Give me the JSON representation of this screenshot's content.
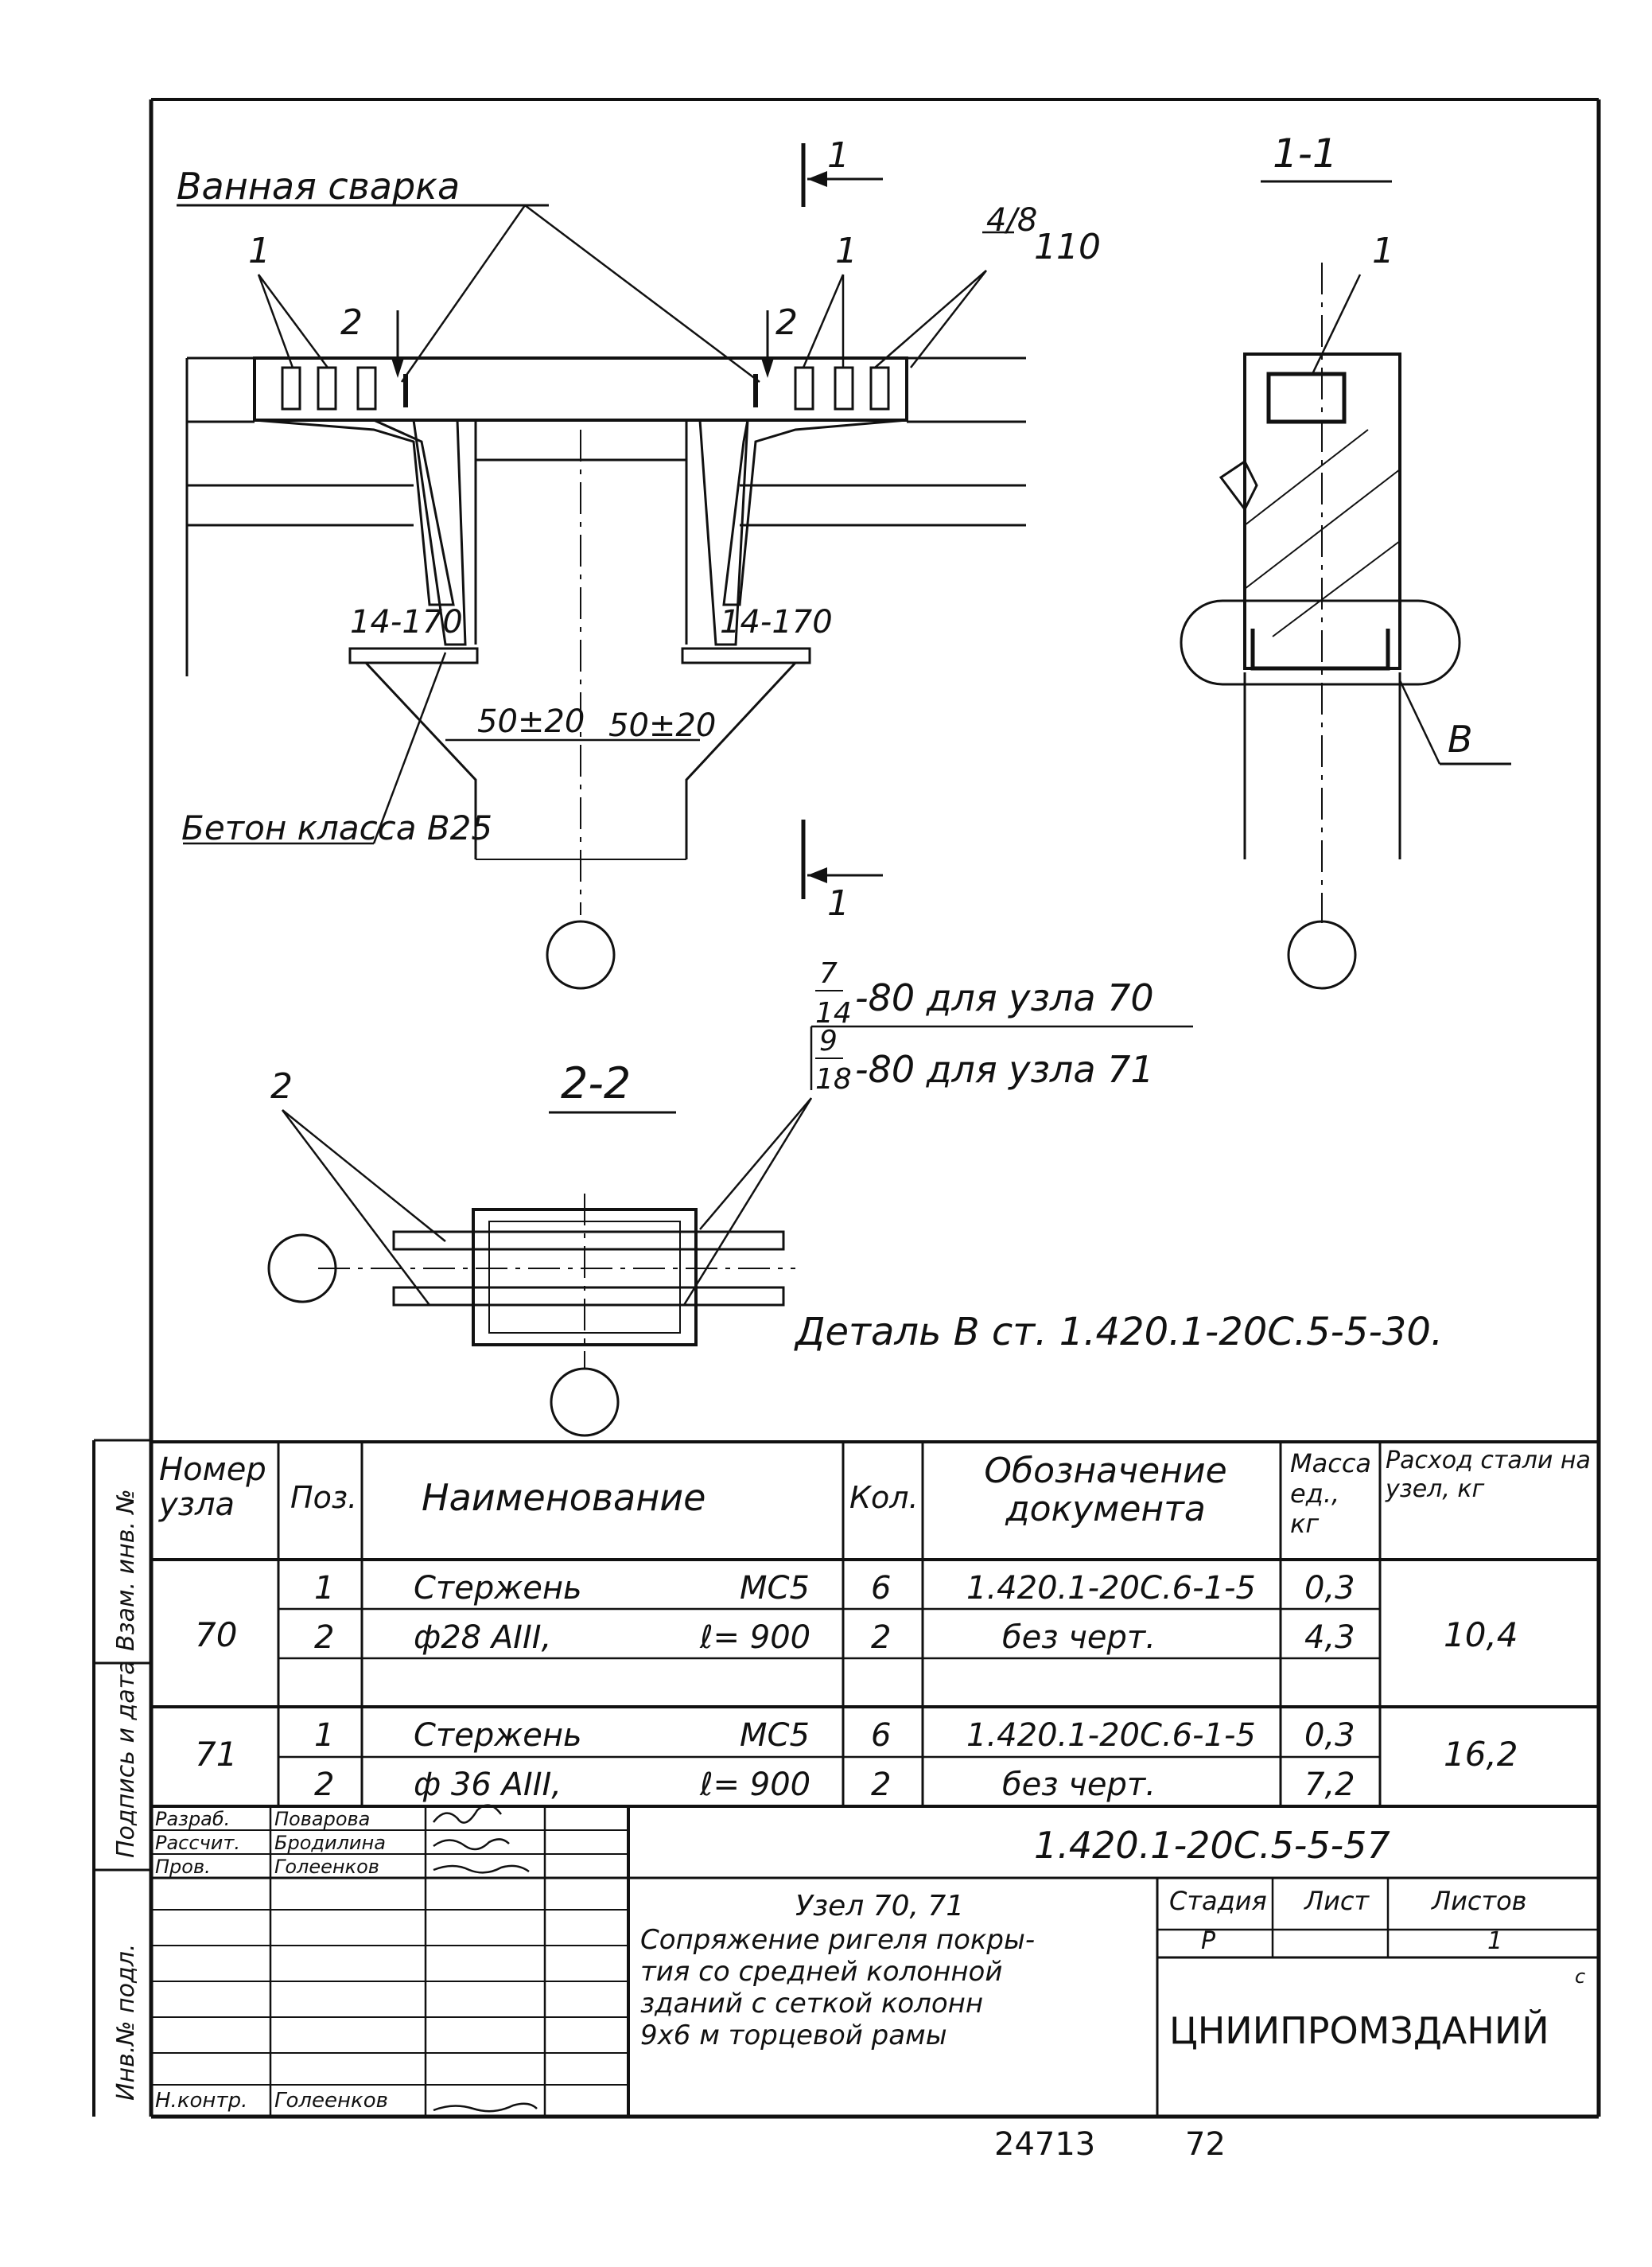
{
  "drawing": {
    "elevation": {
      "label_weld": "Ванная сварка",
      "pos_1": "1",
      "pos_2": "2",
      "pos_4_8": "4/8",
      "dim_110": "110",
      "weld_14_170": "14-170",
      "dim_50_20": "50±20",
      "concrete": "Бетон класса В25",
      "section_mark": "1"
    },
    "section_1_1": {
      "title": "1-1",
      "pos_1": "1",
      "detail_mark": "В"
    },
    "section_2_2": {
      "title": "2-2",
      "pos_2": "2",
      "note_70_num": "7",
      "note_70_den": "14",
      "note_70": "-80 для узла 70",
      "note_71_num": "9",
      "note_71_den": "18",
      "note_71": "-80 для узла 71"
    },
    "detail_ref": "Деталь В ст. 1.420.1-20С.5-5-30."
  },
  "spec_table": {
    "headers": {
      "node": "Номер узла",
      "pos": "Поз.",
      "name": "Наименование",
      "qty": "Кол.",
      "doc": "Обозначение документа",
      "mass": "Масса ед., кг",
      "steel": "Расход стали на узел, кг"
    },
    "rows": [
      {
        "node": "70",
        "pos": "1",
        "name": "Стержень",
        "mark": "МС5",
        "qty": "6",
        "doc": "1.420.1-20С.6-1-5",
        "mass": "0,3",
        "steel": "10,4"
      },
      {
        "node": "",
        "pos": "2",
        "name": "ф28 АIII,",
        "mark": "ℓ= 900",
        "qty": "2",
        "doc": "без черт.",
        "mass": "4,3",
        "steel": ""
      },
      {
        "node": "71",
        "pos": "1",
        "name": "Стержень",
        "mark": "МС5",
        "qty": "6",
        "doc": "1.420.1-20С.6-1-5",
        "mass": "0,3",
        "steel": "16,2"
      },
      {
        "node": "",
        "pos": "2",
        "name": "ф 36 АIII,",
        "mark": "ℓ= 900",
        "qty": "2",
        "doc": "без черт.",
        "mass": "7,2",
        "steel": ""
      }
    ]
  },
  "title_block": {
    "roles": [
      "Разраб.",
      "Рассчит.",
      "Пров.",
      "",
      "",
      "",
      "",
      "Н.контр."
    ],
    "names": [
      "Поварова",
      "Бродилина",
      "Голеенков",
      "",
      "",
      "",
      "",
      "Голеенков"
    ],
    "doc_code": "1.420.1-20С.5-5-57",
    "title_line1": "Узел 70, 71",
    "title_line2": "Сопряжение ригеля покры-",
    "title_line3": "тия со средней колонной",
    "title_line4": "зданий с сеткой колонн",
    "title_line5": "9x6 м торцевой рамы",
    "stage_h": "Стадия",
    "sheet_h": "Лист",
    "sheets_h": "Листов",
    "stage": "Р",
    "sheets": "1",
    "org": "ЦНИИПРОМЗДАНИЙ",
    "org_mark": "с",
    "footer_num": "24713",
    "footer_page": "72"
  },
  "side_stamps": [
    "Инв.№ подл.",
    "Подпись и дата",
    "Взам. инв. №"
  ]
}
